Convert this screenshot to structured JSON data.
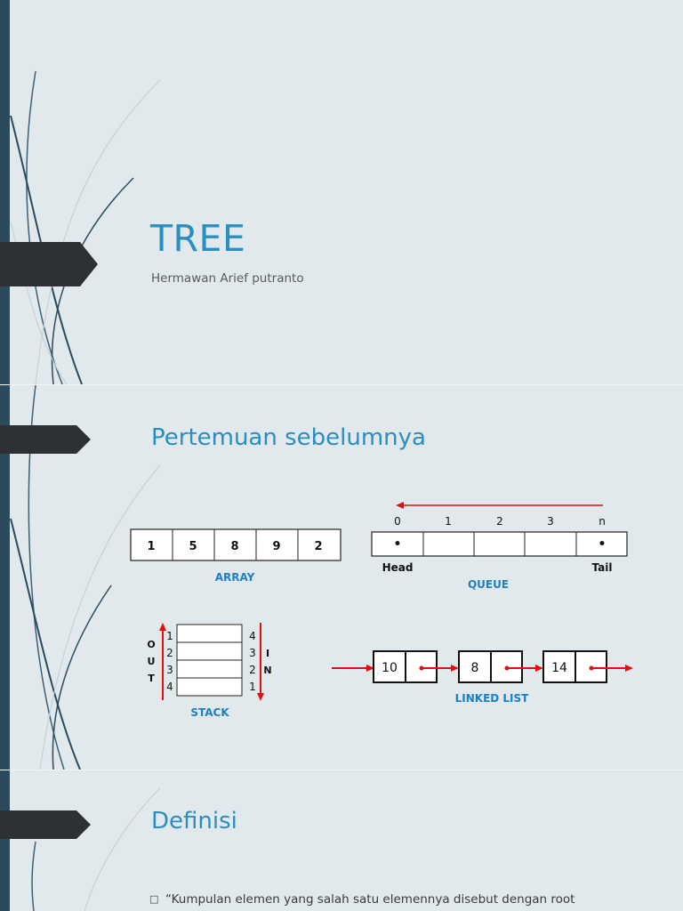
{
  "slide1": {
    "title": "TREE",
    "subtitle": "Hermawan Arief putranto"
  },
  "slide2": {
    "title": "Pertemuan sebelumnya",
    "array": {
      "values": [
        "1",
        "5",
        "8",
        "9",
        "2"
      ],
      "label": "ARRAY"
    },
    "queue": {
      "indices": [
        "0",
        "1",
        "2",
        "3",
        "n"
      ],
      "dot": "•",
      "head": "Head",
      "tail": "Tail",
      "label": "QUEUE"
    },
    "stack": {
      "out_letters": [
        "O",
        "U",
        "T"
      ],
      "in_letters": [
        "I",
        "N"
      ],
      "left_numbers": [
        "1",
        "2",
        "3",
        "4"
      ],
      "right_numbers": [
        "4",
        "3",
        "2",
        "1"
      ],
      "label": "STACK"
    },
    "linked_list": {
      "values": [
        "10",
        "8",
        "14"
      ],
      "label": "LINKED LIST"
    },
    "colors": {
      "label_blue": "#1f7fc4",
      "arrow_red": "#e01010"
    }
  },
  "slide3": {
    "title": "Definisi",
    "bullet_icon": "square-bullet-icon",
    "bullet_text": "“Kumpulan elemen yang salah satu elemennya disebut dengan root"
  }
}
